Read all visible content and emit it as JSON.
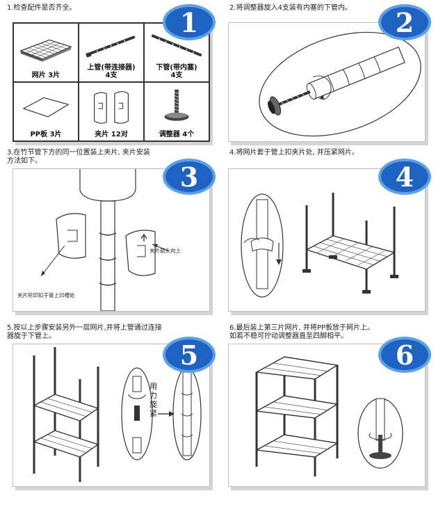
{
  "steps": [
    {
      "number": "1",
      "caption": "1.检查配件是否齐全。",
      "parts": [
        {
          "name": "网片",
          "qty": "3片",
          "label": "网片 3片"
        },
        {
          "name": "上管(带连接器)",
          "qty": "4支",
          "label": "上管(带连接器)\n4支"
        },
        {
          "name": "下管(带内塞)",
          "qty": "4支",
          "label": "下管(带内塞)\n4支"
        },
        {
          "name": "PP板",
          "qty": "3片",
          "label": "PP板 3片"
        },
        {
          "name": "夹片",
          "qty": "12对",
          "label": "夹片 12对"
        },
        {
          "name": "调整器",
          "qty": "4个",
          "label": "调整器 4个"
        }
      ]
    },
    {
      "number": "2",
      "caption": "2.将调整器旋入4支装有内塞的下管内。"
    },
    {
      "number": "3",
      "caption": "3.在竹节管下方的同一位置装上夹片, 夹片安装\n   方法如下。",
      "notes": {
        "left": "夹片轮印扣于管上凹槽处",
        "right": "夹片箭头向上"
      }
    },
    {
      "number": "4",
      "caption": "4.将网片套于管上扣夹片处, 并压紧网片。"
    },
    {
      "number": "5",
      "caption": "5.按以上步骤安装另外一层网片,并将上管通过连接\n器旋于下管上。",
      "vertical_text": "用力旋紧"
    },
    {
      "number": "6",
      "caption": "6.最后装上第三片网片, 并将PP板放于网片上。\n如若不稳可拧动调整器直至四脚相平。"
    }
  ],
  "colors": {
    "badge_blue": "#1e63c2",
    "badge_light": "#5da0ea",
    "panel_border": "#bdbdbd",
    "shadow": "#d4d4d4"
  }
}
